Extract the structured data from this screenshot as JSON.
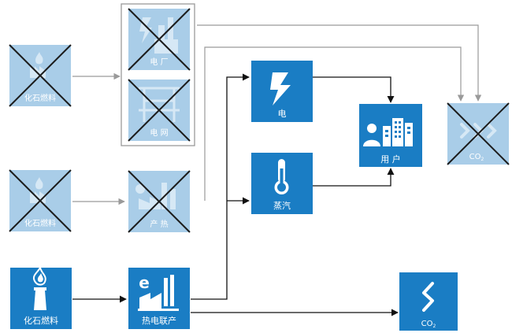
{
  "colors": {
    "active_box": "#1a7dc4",
    "faded_box": "#a9cde8",
    "cross": "#1c1c1c",
    "arrow_active": "#111111",
    "arrow_faded": "#9a9a9a",
    "group_border": "#9a9a9a"
  },
  "icons": {
    "fossil_fuel": "factory-flame-icon",
    "power_plant": "power-plant-icon",
    "grid": "power-tower-icon",
    "heat_plant": "factory-icon",
    "chp": "e-factory-icon",
    "electricity": "lightning-icon",
    "steam": "thermometer-icon",
    "users": "person-building-icon",
    "co2": "emission-icon"
  },
  "labels": {
    "fossil_top": "化石燃料",
    "fossil_mid": "化石燃料",
    "fossil_bottom": "化石燃料",
    "power_plant": "电 厂",
    "grid": "电 网",
    "heat_plant": "产 热",
    "chp": "热电联产",
    "electricity": "电",
    "steam": "蒸汽",
    "users": "用 户",
    "co2_top": "CO",
    "co2_top_sub": "2",
    "co2_bottom": "CO",
    "co2_bottom_sub": "2"
  }
}
